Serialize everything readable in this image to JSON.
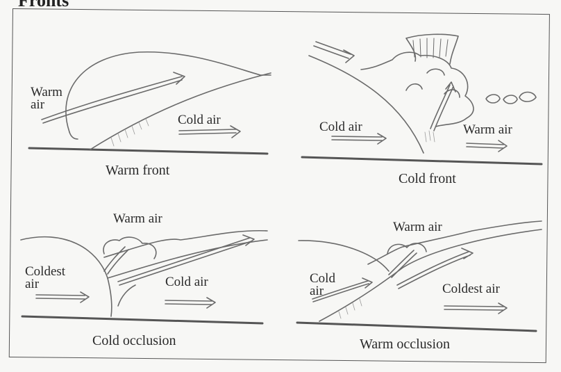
{
  "header": {
    "title": "Fronts"
  },
  "panels": [
    {
      "caption": "Warm front",
      "labels": [
        "Warm\nair",
        "Cold air"
      ]
    },
    {
      "caption": "Cold front",
      "labels": [
        "Cold air",
        "Warm air"
      ]
    },
    {
      "caption": "Cold occlusion",
      "labels": [
        "Warm air",
        "Coldest\nair",
        "Cold air"
      ]
    },
    {
      "caption": "Warm occlusion",
      "labels": [
        "Warm air",
        "Cold\nair",
        "Coldest air"
      ]
    }
  ]
}
